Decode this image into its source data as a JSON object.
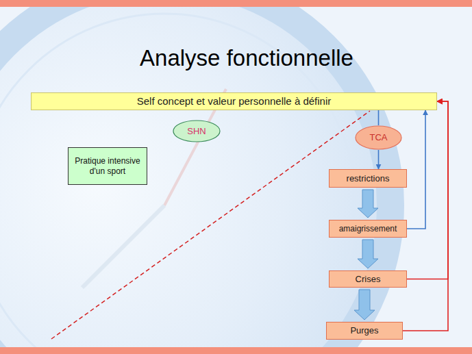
{
  "diagram": {
    "title": "Analyse fonctionnelle",
    "nodes": [
      {
        "text": [
          "Self concept et valeur personnelle à définir"
        ]
      },
      {
        "text": [
          "Pratique intensive d'un sport"
        ]
      },
      {
        "text": [
          "SHN"
        ]
      },
      {
        "text": [
          "TCA"
        ]
      },
      {
        "text": [
          "restrictions"
        ]
      },
      {
        "text": [
          "amaigrissement"
        ]
      },
      {
        "text": [
          "Crises"
        ]
      },
      {
        "text": [
          "Purges"
        ]
      }
    ],
    "edges": [
      {
        "from": 0,
        "to": 1,
        "arrow": "to"
      },
      {
        "from": 0,
        "to": 3,
        "arrow": "none"
      },
      {
        "from": 3,
        "to": 4,
        "arrow": "to"
      },
      {
        "from": 4,
        "to": 5,
        "arrow": "to"
      },
      {
        "from": 5,
        "to": 6,
        "arrow": "to"
      },
      {
        "from": 6,
        "to": 7,
        "arrow": "to"
      },
      {
        "from": 5,
        "to": 0,
        "arrow": "to"
      },
      {
        "from": 6,
        "to": 0,
        "arrow": "to"
      },
      {
        "from": 7,
        "to": 0,
        "arrow": "to"
      }
    ]
  }
}
